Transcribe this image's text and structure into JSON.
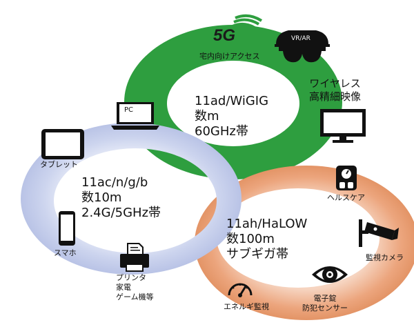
{
  "wigig": {
    "standard": "11ad/WiGIG",
    "range": "数m",
    "band": "60GHz帯",
    "color": "#2e9e3f",
    "devices": {
      "fiveg_logo": "5G",
      "fiveg_caption": "宅内向けアクセス",
      "vr_label": "VR/AR",
      "wireless_video_line1": "ワイヤレス",
      "wireless_video_line2": "高精細映像",
      "pc_label": "PC"
    }
  },
  "wifi": {
    "standard": "11ac/n/g/b",
    "range": "数10m",
    "band": "2.4G/5GHz帯",
    "color": "#c5cdea",
    "devices": {
      "tablet_label": "タブレット",
      "phone_label": "スマホ",
      "printer_line1": "プリンタ",
      "printer_line2": "家電",
      "printer_line3": "ゲーム機等"
    }
  },
  "halow": {
    "standard": "11ah/HaLOW",
    "range": "数100m",
    "band": "サブギガ帯",
    "color": "#e9a27c",
    "devices": {
      "health_label": "ヘルスケア",
      "camera_label": "監視カメラ",
      "lock_line1": "電子錠",
      "lock_line2": "防犯センサー",
      "energy_label": "エネルギ監視"
    }
  },
  "icons": [
    "5g-logo-icon",
    "vr-headset-icon",
    "monitor-icon",
    "laptop-icon",
    "tablet-icon",
    "smartphone-icon",
    "printer-icon",
    "scale-icon",
    "security-camera-icon",
    "eye-icon",
    "gauge-icon"
  ]
}
